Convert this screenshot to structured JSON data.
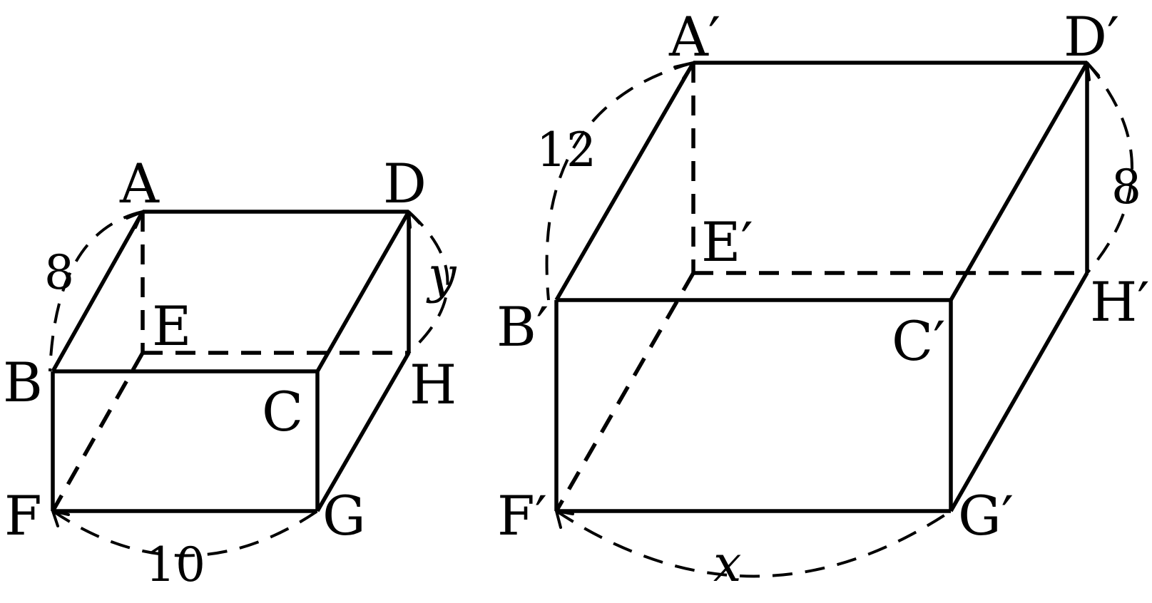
{
  "left_prism": {
    "vertices": {
      "A": "A",
      "B": "B",
      "C": "C",
      "D": "D",
      "E": "E",
      "F": "F",
      "G": "G",
      "H": "H"
    },
    "measures": {
      "ab": "8",
      "fg": "10",
      "dh": "y"
    }
  },
  "right_prism": {
    "vertices": {
      "A": "A′",
      "B": "B′",
      "C": "C′",
      "D": "D′",
      "E": "E′",
      "F": "F′",
      "G": "G′",
      "H": "H′"
    },
    "measures": {
      "ab": "12",
      "fg": "x",
      "dh": "8"
    }
  }
}
